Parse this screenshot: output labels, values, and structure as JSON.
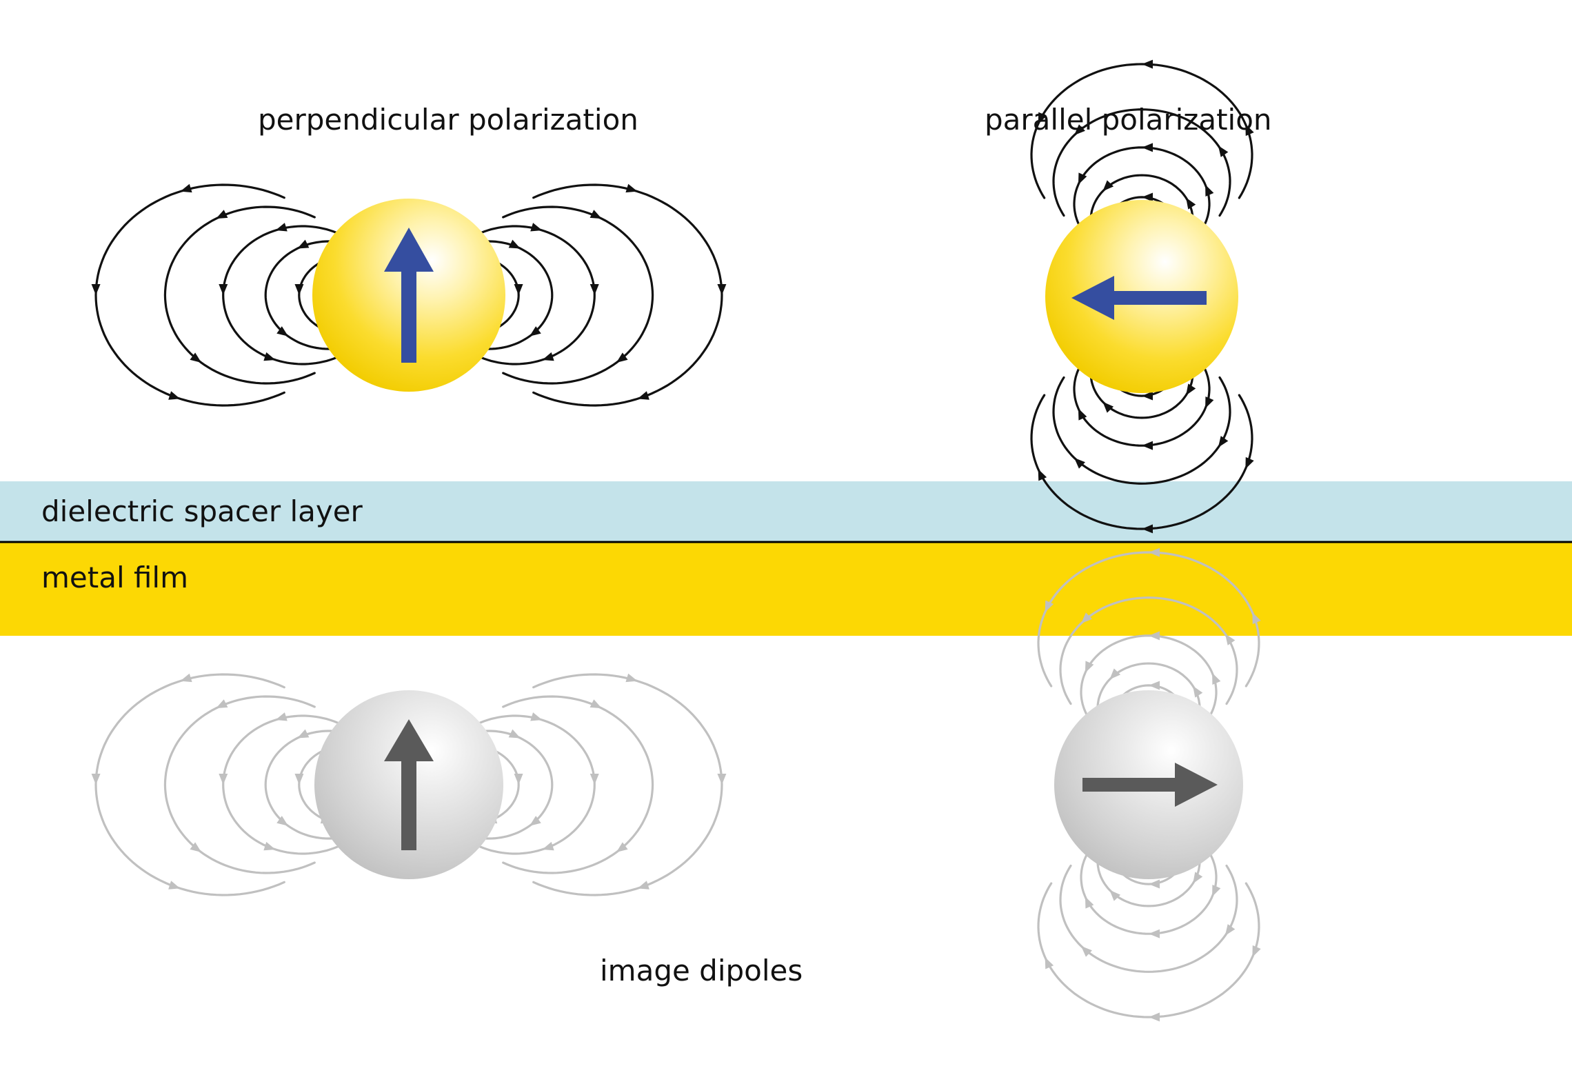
{
  "labels": {
    "perpendicular": "perpendicular polarization",
    "parallel": "parallel polarization",
    "spacer": "dielectric spacer layer",
    "metal": "metal film",
    "image": "image dipoles"
  },
  "colors": {
    "spacer_layer": "#c4e3ea",
    "metal_film": "#fcd804",
    "interface_line": "#000000",
    "real_particle": "#f7d51a",
    "image_particle": "#cfcfcf",
    "real_arrow": "#354ea0",
    "image_arrow": "#5a5a5a",
    "real_field_line": "#111111",
    "image_field_line": "#c0c0c0"
  },
  "icons": {
    "real_dipole_up": "arrow-up-icon",
    "real_dipole_left": "arrow-left-icon",
    "image_dipole_up": "arrow-up-icon",
    "image_dipole_right": "arrow-right-icon"
  }
}
